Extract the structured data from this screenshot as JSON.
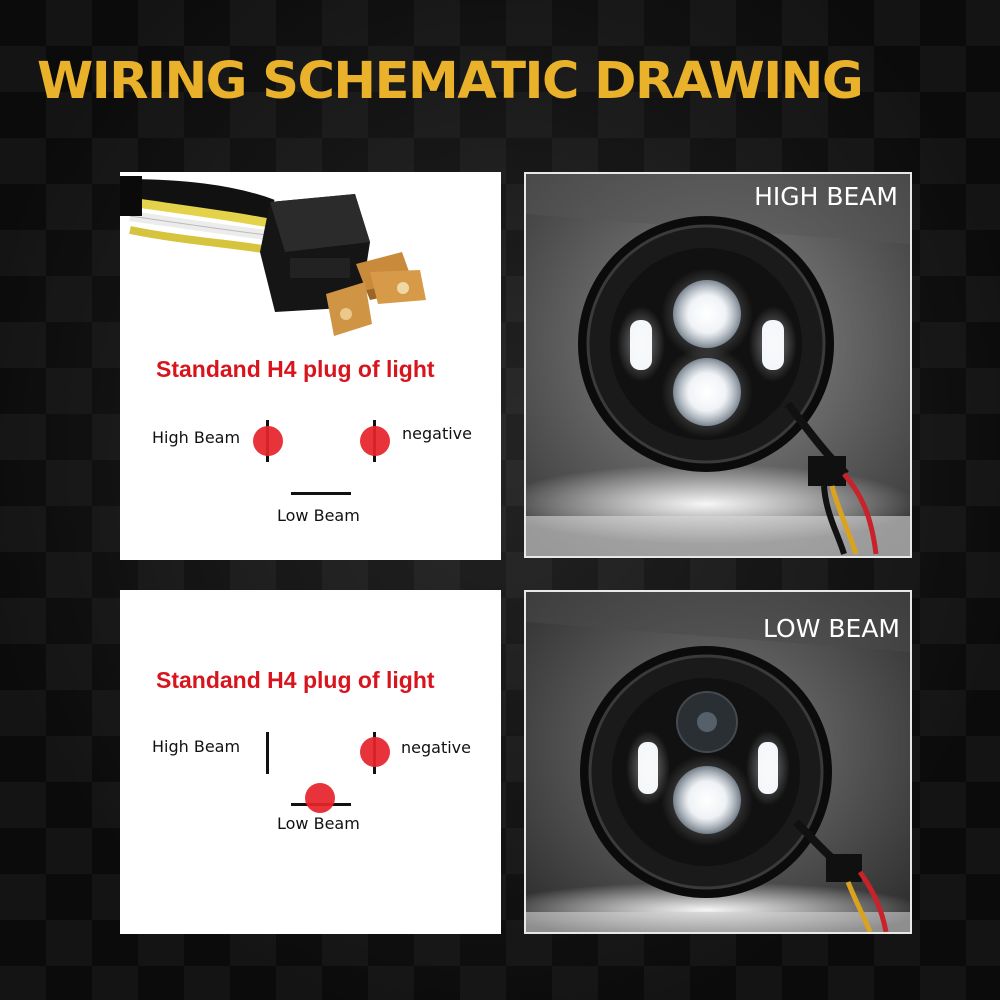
{
  "title": "WIRING SCHEMATIC DRAWING",
  "colors": {
    "title": "#eab22a",
    "plug_title": "#d8141d",
    "dot": "#e6242b",
    "label_on_photo": "#ffffff"
  },
  "panels": [
    {
      "mode": "high beam",
      "plug_title": "Standand H4 plug of light",
      "pins": {
        "high": "High Beam",
        "negative": "negative",
        "low": "Low Beam"
      },
      "active_pins": [
        "high",
        "negative"
      ],
      "photo_label": "HIGH BEAM",
      "plug_photo_shown": true
    },
    {
      "mode": "low beam",
      "plug_title": "Standand H4 plug of light",
      "pins": {
        "high": "High Beam",
        "negative": "negative",
        "low": "Low Beam"
      },
      "active_pins": [
        "low",
        "negative"
      ],
      "photo_label": "LOW BEAM",
      "plug_photo_shown": false
    }
  ]
}
